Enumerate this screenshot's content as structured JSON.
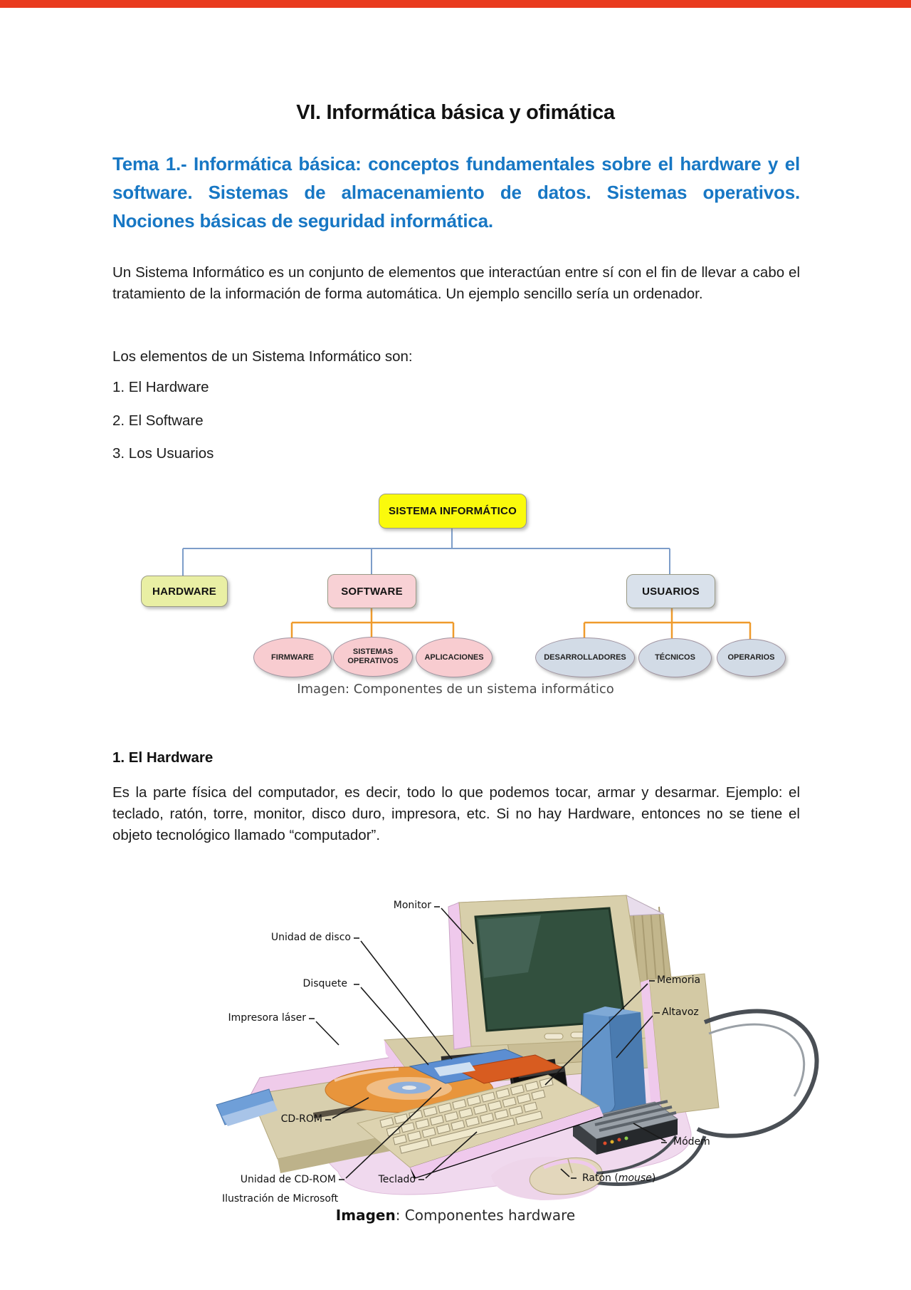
{
  "page": {
    "title": "VI. Informática básica y ofimática",
    "topbar_color": "#e93b1e"
  },
  "tema": {
    "heading": "Tema 1.- Informática básica: conceptos fundamentales sobre el hardware y el software. Sistemas de almacenamiento de datos. Sistemas operativos. Nociones básicas de seguridad informática.",
    "heading_color": "#1777c4"
  },
  "intro": {
    "p1": "Un Sistema Informático es un conjunto de elementos que interactúan entre sí con el fin de llevar a cabo el tratamiento de la información de forma automática. Un ejemplo sencillo sería un ordenador.",
    "p2": "Los elementos de un Sistema Informático son:",
    "list": [
      "1. El Hardware",
      "2. El Software",
      "3. Los Usuarios"
    ]
  },
  "diagram": {
    "root": "SISTEMA INFORMÁTICO",
    "level1": {
      "hardware": "HARDWARE",
      "software": "SOFTWARE",
      "usuarios": "USUARIOS"
    },
    "software_children": {
      "c1": "FIRMWARE",
      "c2": "SISTEMAS OPERATIVOS",
      "c3": "APLICACIONES"
    },
    "usuarios_children": {
      "c1": "DESARROLLADORES",
      "c2": "TÉCNICOS",
      "c3": "OPERARIOS"
    },
    "caption": "Imagen: Componentes de un sistema informático",
    "colors": {
      "root_fill": "#fafa0c",
      "hardware_fill": "#e9efa4",
      "software_fill": "#f8d1d5",
      "usuarios_fill": "#d9e1eb",
      "pink_ellipse": "#f8ccd0",
      "blue_ellipse": "#d2dbe6",
      "line_blue": "#7d9dc9",
      "line_orange": "#ef9b2c"
    }
  },
  "hardware_section": {
    "heading": "1. El Hardware",
    "paragraph": "Es la parte física del computador, es decir, todo lo que podemos tocar, armar y desarmar. Ejemplo: el teclado, ratón, torre, monitor, disco duro, impresora, etc. Si no hay Hardware, entonces no se tiene el objeto tecnológico llamado “computador”.",
    "labels": {
      "monitor": "Monitor",
      "unidad_disco": "Unidad de disco",
      "disquete": "Disquete",
      "impresora": "Impresora láser",
      "memoria": "Memoria",
      "altavoz": "Altavoz",
      "cdrom": "CD-ROM",
      "unidad_cdrom": "Unidad de CD-ROM",
      "teclado": "Teclado",
      "modem": "Módem",
      "raton_pre": "Ratón (",
      "raton_it": "mouse",
      "raton_post": ")"
    },
    "credit": "Ilustración de Microsoft",
    "caption_bold": "Imagen",
    "caption_rest": ": Componentes hardware"
  }
}
